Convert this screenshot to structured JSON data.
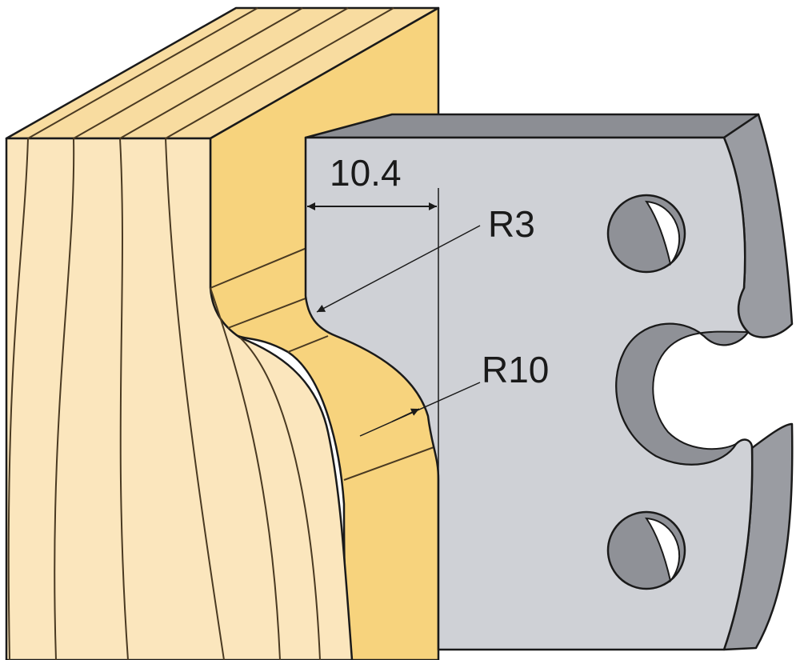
{
  "dimensions": {
    "width_label": "10.4",
    "radius_small_label": "R3",
    "radius_large_label": "R10"
  },
  "colors": {
    "wood_front": "#fbe6bd",
    "wood_top": "#f8dca0",
    "wood_side": "#f7d37d",
    "wood_grain": "#4a3a22",
    "knife_face": "#cfd1d6",
    "knife_edge": "#9a9ca2",
    "knife_top": "#8c8e94",
    "hole_shadow": "#8f9197",
    "outline": "#1a1a1a"
  }
}
